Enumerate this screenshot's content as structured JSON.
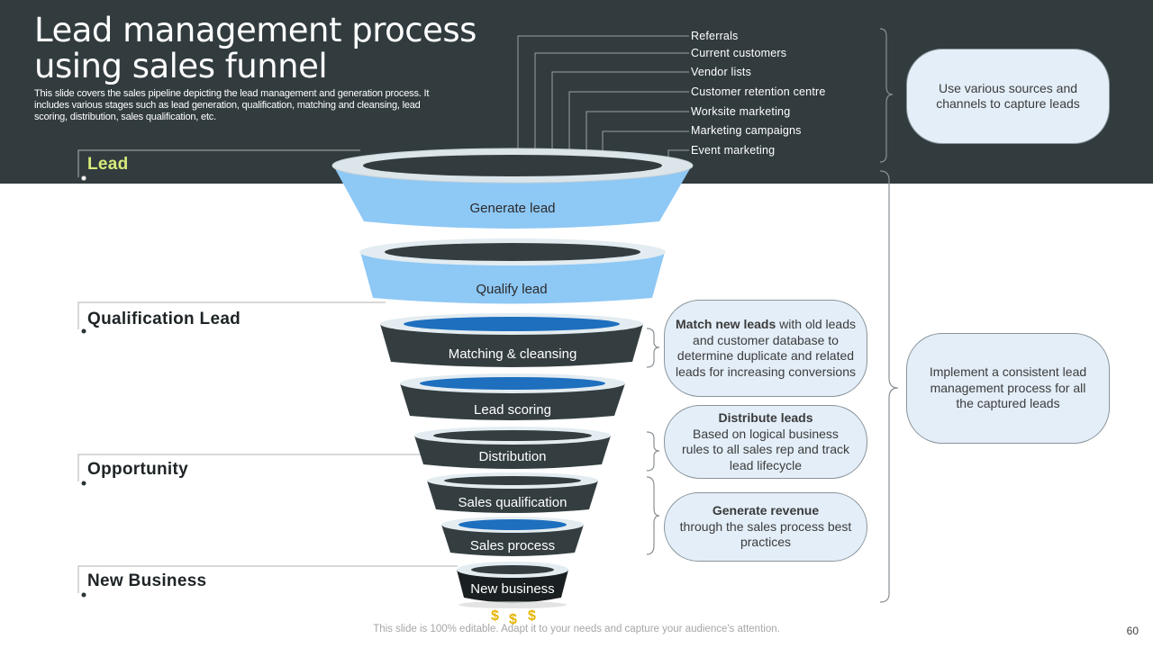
{
  "slide": {
    "title": "Lead management process using sales funnel",
    "subtitle": "This slide covers the sales pipeline depicting the lead management and generation process. It includes various stages such as lead generation, qualification, matching and cleansing, lead scoring, distribution, sales qualification, etc.",
    "footer": "This slide is 100% editable. Adapt it to your needs and capture your audience's attention.",
    "page_number": "60"
  },
  "sources": [
    "Referrals",
    "Current  customers",
    "Vendor lists",
    "Customer retention centre",
    "Worksite marketing",
    "Marketing campaigns",
    "Event marketing"
  ],
  "stages": {
    "lead": "Lead",
    "qualification": "Qualification  Lead",
    "opportunity": "Opportunity",
    "new_business": "New Business"
  },
  "funnel": {
    "generate": "Generate lead",
    "qualify": "Qualify lead",
    "matching": "Matching & cleansing",
    "scoring": "Lead scoring",
    "distribution": "Distribution",
    "sales_qualification": "Sales qualification",
    "sales_process": "Sales process",
    "new_business": "New business"
  },
  "callouts": {
    "sources": "Use various sources and channels to capture leads",
    "consistent": "Implement a consistent lead management process for all the captured leads",
    "match_bold": "Match new leads",
    "match_text": " with old leads and customer database to determine duplicate and related leads for increasing conversions",
    "distribute_bold": "Distribute leads",
    "distribute_text": "Based on logical business rules to all sales rep and track lead lifecycle",
    "revenue_bold": "Generate revenue",
    "revenue_text": "through the sales process best practices"
  },
  "dollar_symbol": "$",
  "colors": {
    "header_bg": "#323c3f",
    "light_blue": "#8ec8f5",
    "dark_slate": "#343e41",
    "accent_blue": "#1e6fbe",
    "lead_label": "#d8ec7a",
    "callout_fill": "#e3eef8"
  }
}
